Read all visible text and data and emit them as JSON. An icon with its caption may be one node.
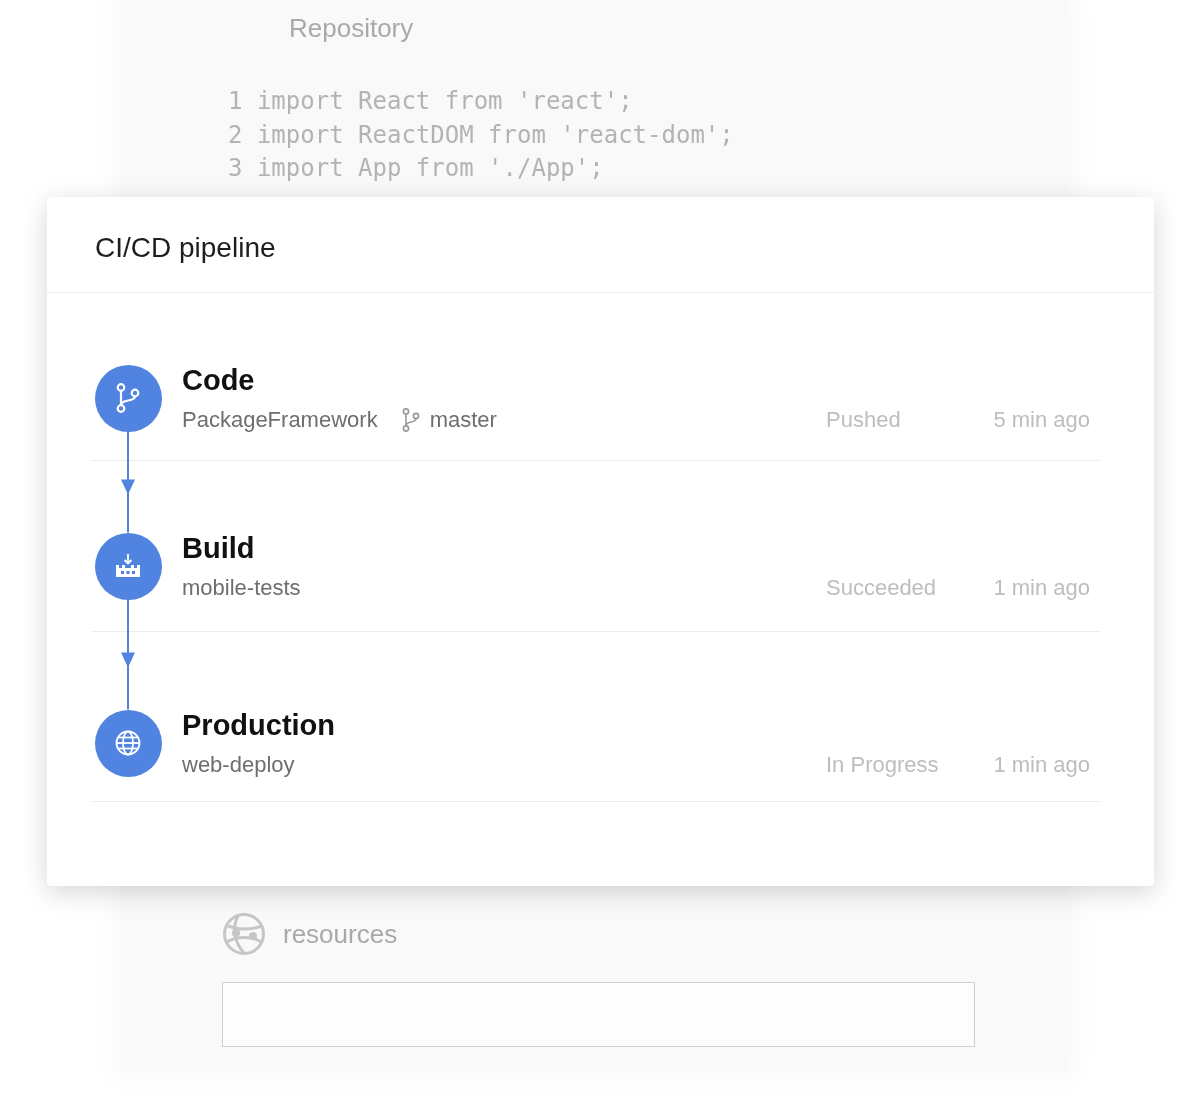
{
  "diagram": {
    "nodes": [
      {
        "text": [
          "CI/CD pipeline"
        ]
      },
      {
        "text": [
          "Code",
          "PackageFramework",
          "master",
          "Pushed",
          "5 min ago"
        ],
        "in": 0
      },
      {
        "text": [],
        "shape": "circle",
        "in": 1
      },
      {
        "text": [
          "Build",
          "mobile-tests",
          "Succeeded",
          "1 min ago"
        ],
        "in": 0
      },
      {
        "text": [],
        "shape": "circle",
        "in": 3
      },
      {
        "text": [
          "Production",
          "web-deploy",
          "In Progress",
          "1 min ago"
        ],
        "in": 0
      },
      {
        "text": [],
        "shape": "circle",
        "in": 5
      }
    ],
    "edges": [
      {
        "from": 2,
        "to": 4,
        "arrow": "to"
      },
      {
        "from": 4,
        "to": 6,
        "arrow": "to"
      }
    ],
    "labels": [
      "Repository",
      "1 import React from 'react';",
      "2 import ReactDOM from 'react-dom';",
      "3 import App from './App';",
      "resources"
    ]
  }
}
